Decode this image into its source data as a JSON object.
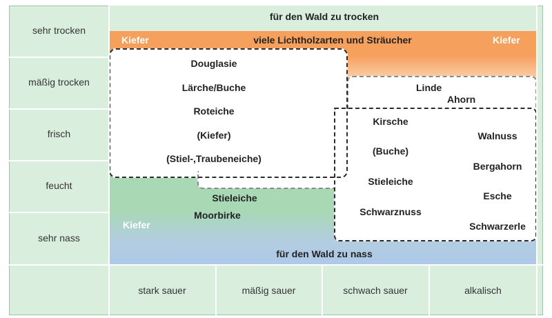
{
  "title": "Standortansprüche der Baumarten nach Wasserhaushalt und Bodenreaktion",
  "moisture_rows": [
    "sehr trocken",
    "mäßig trocken",
    "frisch",
    "feucht",
    "sehr nass"
  ],
  "acidity_columns": [
    "stark sauer",
    "mäßig sauer",
    "schwach sauer",
    "alkalisch"
  ],
  "zones": {
    "too_dry": "für den Wald zu trocken",
    "too_wet": "für den Wald zu nass",
    "light_species": "viele Lichtholzarten und Sträucher",
    "kiefer_top_left": "Kiefer",
    "kiefer_top_right": "Kiefer",
    "kiefer_bottom_left": "Kiefer"
  },
  "box_acid_fresh": {
    "species": [
      "Douglasie",
      "Lärche/Buche",
      "Roteiche",
      "(Kiefer)",
      "(Stiel-,Traubeneiche)"
    ]
  },
  "box_dry_rich": {
    "species": [
      "Linde",
      "Ahorn"
    ]
  },
  "box_rich_moist": {
    "left_species": [
      "Kirsche",
      "(Buche)",
      "Stieleiche",
      "Schwarznuss"
    ],
    "right_species": [
      "Walnuss",
      "Bergahorn",
      "Esche",
      "Schwarzerle"
    ]
  },
  "wet_zone": {
    "species": [
      "Stieleiche",
      "Moorbirke"
    ]
  },
  "colors": {
    "grid_bg": "#d9eedd",
    "dry_orange": "#f6a05d",
    "wet_green": "#a8d8b4",
    "wet_blue": "#adc8e8"
  }
}
